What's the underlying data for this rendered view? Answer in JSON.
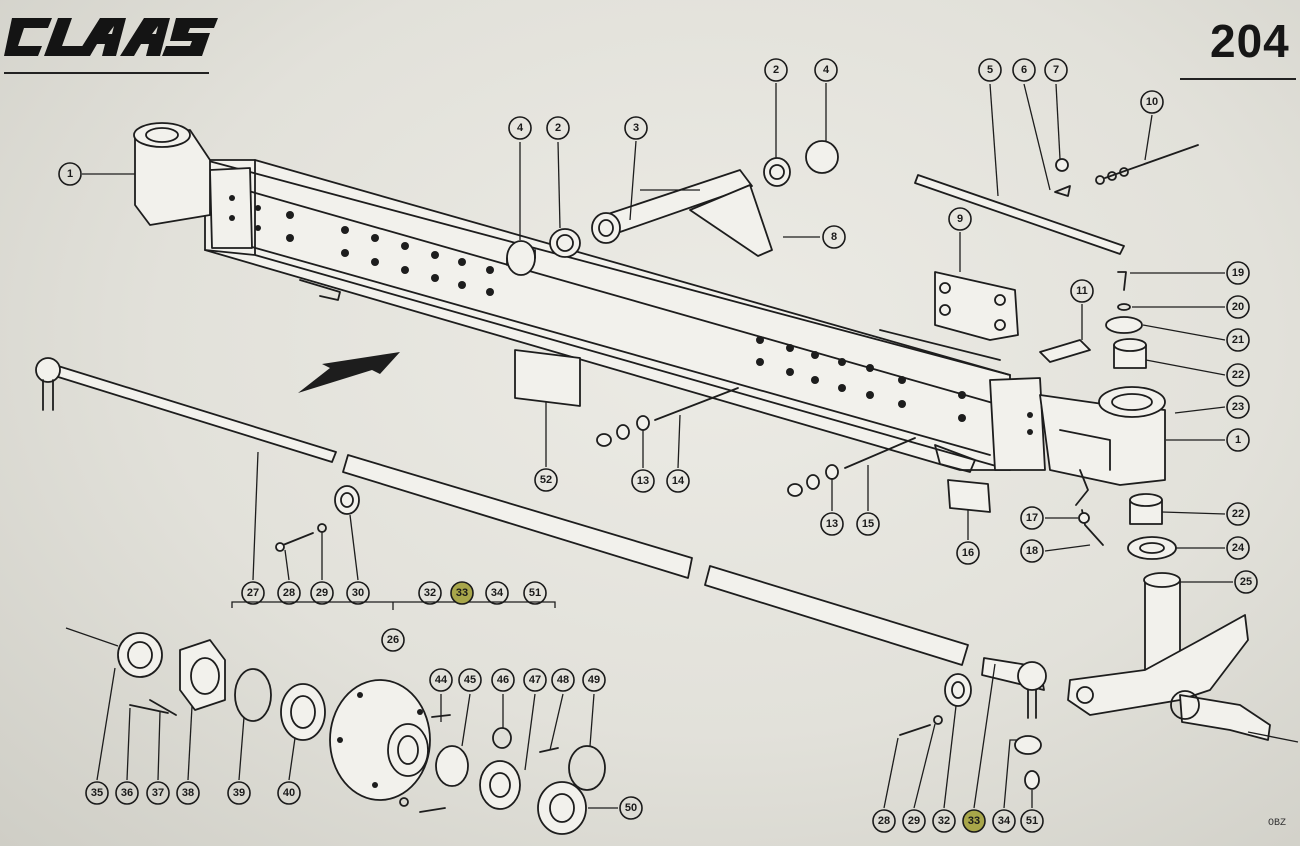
{
  "header": {
    "logo_text": "CLAAS",
    "page_number": "204"
  },
  "footer": {
    "code": "OBZ"
  },
  "callout_items": [
    {
      "label": "1"
    },
    {
      "label": "4"
    },
    {
      "label": "2"
    },
    {
      "label": "3"
    },
    {
      "label": "2"
    },
    {
      "label": "4"
    },
    {
      "label": "5"
    },
    {
      "label": "6"
    },
    {
      "label": "7"
    },
    {
      "label": "10"
    },
    {
      "label": "8"
    },
    {
      "label": "9"
    },
    {
      "label": "11"
    },
    {
      "label": "19"
    },
    {
      "label": "20"
    },
    {
      "label": "21"
    },
    {
      "label": "22"
    },
    {
      "label": "23"
    },
    {
      "label": "1"
    },
    {
      "label": "52"
    },
    {
      "label": "13"
    },
    {
      "label": "14"
    },
    {
      "label": "13"
    },
    {
      "label": "15"
    },
    {
      "label": "16"
    },
    {
      "label": "17"
    },
    {
      "label": "18"
    },
    {
      "label": "22"
    },
    {
      "label": "24"
    },
    {
      "label": "25"
    },
    {
      "label": "27"
    },
    {
      "label": "28"
    },
    {
      "label": "29"
    },
    {
      "label": "30"
    },
    {
      "label": "32"
    },
    {
      "label": "33"
    },
    {
      "label": "34"
    },
    {
      "label": "51"
    },
    {
      "label": "26"
    },
    {
      "label": "35"
    },
    {
      "label": "36"
    },
    {
      "label": "37"
    },
    {
      "label": "38"
    },
    {
      "label": "39"
    },
    {
      "label": "40"
    },
    {
      "label": "44"
    },
    {
      "label": "45"
    },
    {
      "label": "46"
    },
    {
      "label": "47"
    },
    {
      "label": "48"
    },
    {
      "label": "49"
    },
    {
      "label": "50"
    },
    {
      "label": "28"
    },
    {
      "label": "29"
    },
    {
      "label": "32"
    },
    {
      "label": "33"
    },
    {
      "label": "34"
    },
    {
      "label": "51"
    }
  ],
  "colors": {
    "highlight": "#a8a64a",
    "ink": "#1d1d1d",
    "paper": "#e6e5df"
  }
}
